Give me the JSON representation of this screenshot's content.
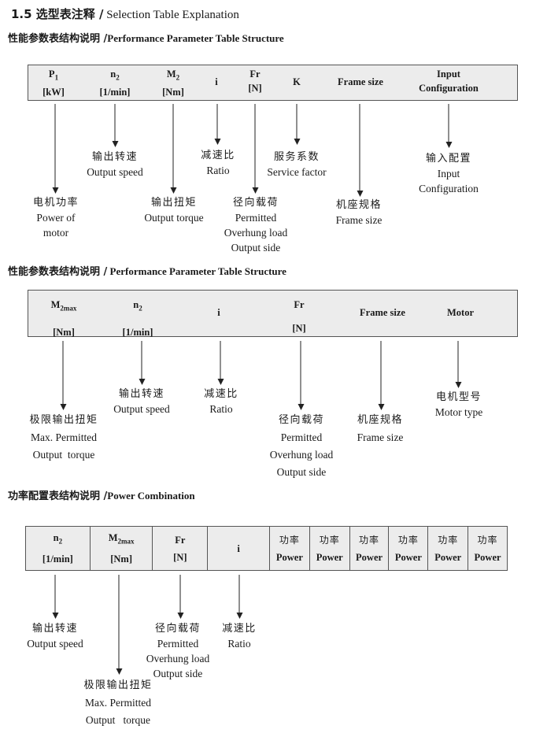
{
  "page": {
    "title_zh": "1.5 选型表注释 /",
    "title_en": " Selection Table Explanation"
  },
  "s1": {
    "heading_zh": "性能参数表结构说明 /",
    "heading_en": "Performance Parameter Table Structure",
    "table": {
      "cols": [
        {
          "base": "P",
          "sub": "1",
          "unit": "[kW]"
        },
        {
          "base": "n",
          "sub": "2",
          "unit": "[1/min]"
        },
        {
          "base": "M",
          "sub": "2",
          "unit": "[Nm]"
        },
        {
          "base": "i"
        },
        {
          "base": "Fr",
          "unit": "[N]"
        },
        {
          "base": "K"
        },
        {
          "base": "Frame size"
        },
        {
          "base": "Input",
          "unit": "Configuration"
        }
      ]
    },
    "callouts": [
      {
        "zh": "电机功率",
        "en1": "Power of",
        "en2": "motor"
      },
      {
        "zh": "输出转速",
        "en1": "Output speed"
      },
      {
        "zh": "输出扭矩",
        "en1": "Output torque"
      },
      {
        "zh": "减速比",
        "en1": "Ratio"
      },
      {
        "zh": "径向载荷",
        "en1": "Permitted",
        "en2": "Overhung load",
        "en3": "Output side"
      },
      {
        "zh": "服务系数",
        "en1": "Service factor"
      },
      {
        "zh": "机座规格",
        "en1": "Frame size"
      },
      {
        "zh": "输入配置",
        "en1": "Input",
        "en2": "Configuration"
      }
    ]
  },
  "s2": {
    "heading_zh": "性能参数表结构说明 /",
    "heading_en": " Performance Parameter Table Structure",
    "table": {
      "cols": [
        {
          "base": "M",
          "sub": "2max",
          "unit": "[Nm]"
        },
        {
          "base": "n",
          "sub": "2",
          "unit": "[1/min]"
        },
        {
          "base": "i"
        },
        {
          "base": "Fr",
          "unit": "[N]"
        },
        {
          "base": "Frame size"
        },
        {
          "base": "Motor"
        }
      ]
    },
    "callouts": [
      {
        "zh": "极限输出扭矩",
        "en1": "Max. Permitted",
        "en2": "Output  torque"
      },
      {
        "zh": "输出转速",
        "en1": "Output speed"
      },
      {
        "zh": "减速比",
        "en1": "Ratio"
      },
      {
        "zh": "径向载荷",
        "en1": "Permitted",
        "en2": "Overhung load",
        "en3": "Output side"
      },
      {
        "zh": "机座规格",
        "en1": "Frame size"
      },
      {
        "zh": "电机型号",
        "en1": "Motor type"
      }
    ]
  },
  "s3": {
    "heading_zh": "功率配置表结构说明 /",
    "heading_en": "Power Combination",
    "table": {
      "cols": [
        {
          "base": "n",
          "sub": "2",
          "unit": "[1/min]"
        },
        {
          "base": "M",
          "sub": "2max",
          "unit": "[Nm]"
        },
        {
          "base": "Fr",
          "unit": "[N]"
        },
        {
          "base": "i"
        }
      ],
      "power_zh": "功率",
      "power_en": "Power",
      "power_count": 6
    },
    "callouts": [
      {
        "zh": "输出转速",
        "en1": "Output speed"
      },
      {
        "zh": "极限输出扭矩",
        "en1": "Max. Permitted",
        "en2": "Output   torque"
      },
      {
        "zh": "径向载荷",
        "en1": "Permitted",
        "en2": "Overhung load",
        "en3": "Output side"
      },
      {
        "zh": "减速比",
        "en1": "Ratio"
      }
    ]
  }
}
